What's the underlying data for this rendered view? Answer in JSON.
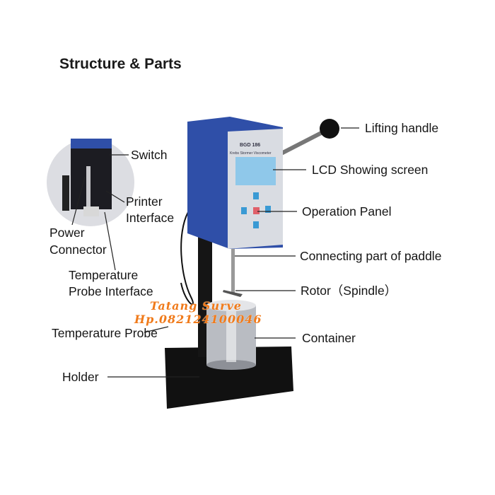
{
  "title": "Structure & Parts",
  "device": {
    "model": "BGD 186",
    "subtitle": "Krebs Stormer Viscometer"
  },
  "labels": {
    "lifting_handle": "Lifting handle",
    "lcd": "LCD Showing screen",
    "operation_panel": "Operation Panel",
    "connecting_part": "Connecting part of paddle",
    "rotor": "Rotor（Spindle）",
    "container": "Container",
    "holder": "Holder",
    "temperature_probe": "Temperature Probe",
    "temp_probe_interface_1": "Temperature",
    "temp_probe_interface_2": "Probe Interface",
    "power_connector_1": "Power",
    "power_connector_2": "Connector",
    "printer_interface_1": "Printer",
    "printer_interface_2": "Interface",
    "switch": "Switch"
  },
  "watermark": {
    "line1": "Tatang Surve",
    "line2": "Hp.082124100046"
  },
  "colors": {
    "body_blue": "#2f4fa8",
    "watermark": "#f07a1a",
    "lcd": "#8fc8ea"
  }
}
